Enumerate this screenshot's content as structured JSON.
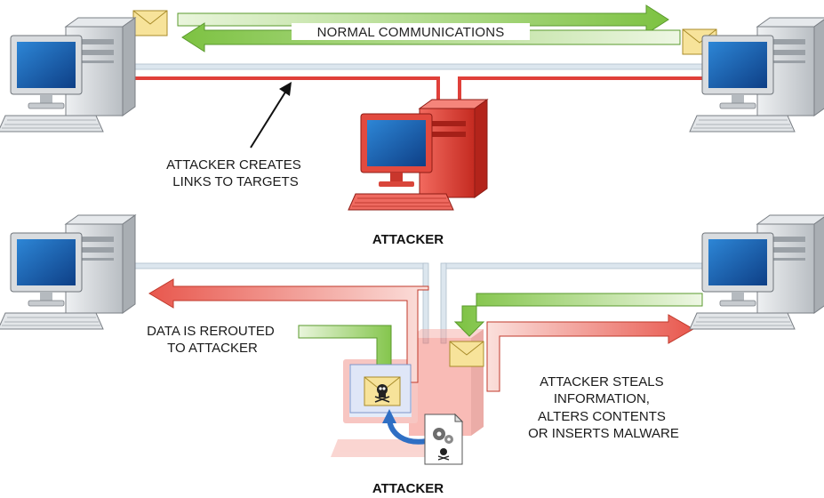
{
  "top_scene": {
    "banner_label": "NORMAL COMMUNICATIONS",
    "arrow_note_lines": [
      "ATTACKER CREATES",
      "LINKS TO TARGETS"
    ],
    "attacker_label": "ATTACKER"
  },
  "bottom_scene": {
    "reroute_note_lines": [
      "DATA IS REROUTED",
      "TO ATTACKER"
    ],
    "steal_note_lines": [
      "ATTACKER STEALS",
      "INFORMATION,",
      "ALTERS CONTENTS",
      "OR INSERTS MALWARE"
    ],
    "attacker_label": "ATTACKER"
  },
  "colors": {
    "normal_flow": "#7dc242",
    "malicious_flow": "#e0403a",
    "cable": "#c9d7e3",
    "attacker_pc": "#e23b2e",
    "pc_body": "#d6d9dc",
    "screen": "#1b5fb0",
    "envelope": "#f7e39a"
  },
  "icons": [
    "computer-icon",
    "envelope-icon",
    "skull-icon",
    "gear-icon",
    "document-icon"
  ]
}
